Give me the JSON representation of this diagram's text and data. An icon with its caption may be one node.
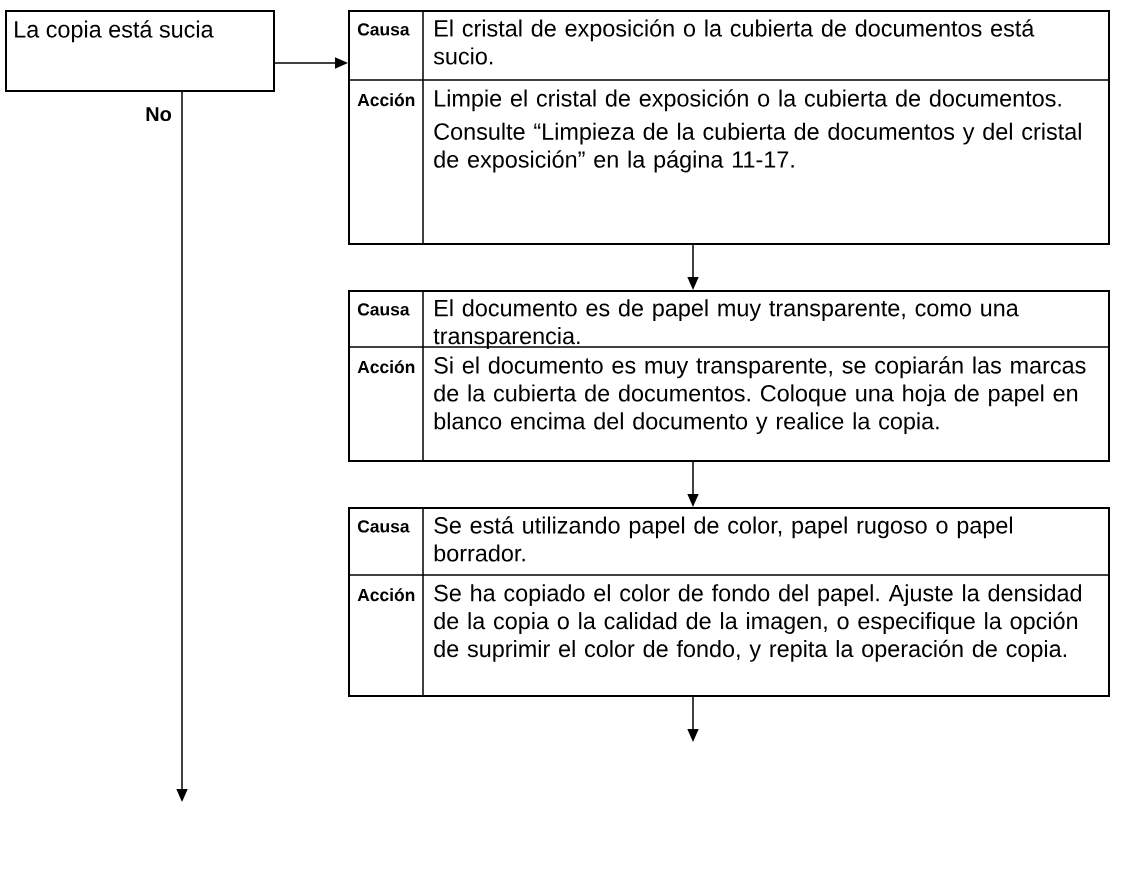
{
  "diagram": {
    "nodes": [
      {
        "text": [
          "La copia está sucia"
        ]
      },
      {
        "text": [
          "Causa",
          "El cristal de exposición o la cubierta de documentos está sucio.",
          "Acción",
          "Limpie el cristal de exposición o la cubierta de documentos.",
          "Consulte “Limpieza de la cubierta de documentos y del cristal de exposición” en la página 11-17."
        ]
      },
      {
        "text": [
          "Causa",
          "El documento es de papel muy transparente, como una transparencia.",
          "Acción",
          "Si el documento es muy transparente, se copiarán las marcas de la cubierta de documentos. Coloque una hoja de papel en blanco encima del documento y realice la copia."
        ]
      },
      {
        "text": [
          "Causa",
          "Se está utilizando papel de color, papel rugoso o papel borrador.",
          "Acción",
          "Se ha copiado el color de fondo del papel. Ajuste la densidad de la copia o la calidad de la imagen, o especifique la opción de suprimir el color de fondo, y repita la operación de copia."
        ]
      }
    ],
    "edges": [
      {
        "from": 0,
        "to": 1,
        "arrow": "to"
      },
      {
        "from": 1,
        "to": 2,
        "arrow": "to"
      },
      {
        "from": 2,
        "to": 3,
        "arrow": "to"
      },
      {
        "from": 3,
        "to": null,
        "arrow": "to"
      },
      {
        "from": 0,
        "to": null,
        "arrow": "to",
        "label": "No"
      }
    ]
  }
}
